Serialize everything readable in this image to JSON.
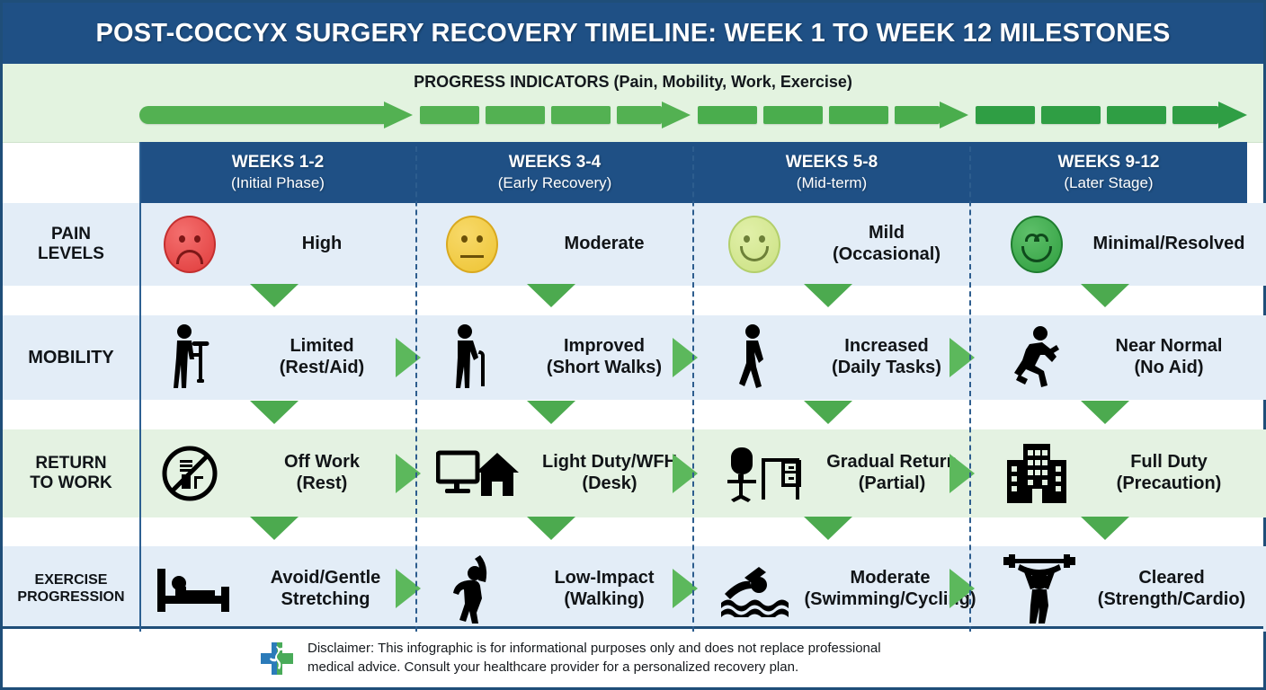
{
  "title": "POST-COCCYX SURGERY RECOVERY TIMELINE: WEEK 1 TO WEEK 12 MILESTONES",
  "progress": {
    "label": "PROGRESS INDICATORS (Pain, Mobility, Work, Exercise)"
  },
  "columns": [
    {
      "name": "WEEKS 1-2",
      "phase": "(Initial Phase)"
    },
    {
      "name": "WEEKS 3-4",
      "phase": "(Early Recovery)"
    },
    {
      "name": "WEEKS 5-8",
      "phase": "(Mid-term)"
    },
    {
      "name": "WEEKS 9-12",
      "phase": "(Later Stage)"
    }
  ],
  "rows": [
    {
      "label": "PAIN\nLEVELS",
      "label_line1": "PAIN",
      "label_line2": "LEVELS",
      "cells": [
        {
          "icon": "sad-face-icon",
          "line1": "High",
          "line2": ""
        },
        {
          "icon": "neutral-face-icon",
          "line1": "Moderate",
          "line2": ""
        },
        {
          "icon": "slight-smile-icon",
          "line1": "Mild",
          "line2": "(Occasional)"
        },
        {
          "icon": "happy-face-icon",
          "line1": "Minimal/Resolved",
          "line2": ""
        }
      ]
    },
    {
      "label_line1": "MOBILITY",
      "label_line2": "",
      "cells": [
        {
          "icon": "person-crutch-icon",
          "line1": "Limited",
          "line2": "(Rest/Aid)"
        },
        {
          "icon": "person-cane-icon",
          "line1": "Improved",
          "line2": "(Short Walks)"
        },
        {
          "icon": "person-walking-icon",
          "line1": "Increased",
          "line2": "(Daily Tasks)"
        },
        {
          "icon": "person-running-icon",
          "line1": "Near Normal",
          "line2": "(No Aid)"
        }
      ]
    },
    {
      "label_line1": "RETURN",
      "label_line2": "TO WORK",
      "cells": [
        {
          "icon": "no-work-icon",
          "line1": "Off Work",
          "line2": "(Rest)"
        },
        {
          "icon": "home-office-icon",
          "line1": "Light Duty/WFH",
          "line2": "(Desk)"
        },
        {
          "icon": "office-desk-icon",
          "line1": "Gradual Return",
          "line2": "(Partial)"
        },
        {
          "icon": "office-building-icon",
          "line1": "Full Duty",
          "line2": "(Precaution)"
        }
      ]
    },
    {
      "label_line1": "EXERCISE",
      "label_line2": "PROGRESSION",
      "cells": [
        {
          "icon": "bed-rest-icon",
          "line1": "Avoid/Gentle",
          "line2": "Stretching"
        },
        {
          "icon": "stretching-icon",
          "line1": "Low-Impact",
          "line2": "(Walking)"
        },
        {
          "icon": "swimming-icon",
          "line1": "Moderate",
          "line2": "(Swimming/Cycling)"
        },
        {
          "icon": "weightlifting-icon",
          "line1": "Cleared",
          "line2": "(Strength/Cardio)"
        }
      ]
    }
  ],
  "footer": {
    "logo": "medical-cross-caduceus-icon",
    "line1": "Disclaimer: This infographic is for informational purposes only and does not replace professional",
    "line2": "medical advice. Consult your healthcare provider for a personalized recovery plan."
  },
  "colors": {
    "header_blue": "#1f5085",
    "band_green": "#e3f3e0",
    "row_blue": "#e3edf7",
    "row_green": "#e4f2e2",
    "arrow_green": "#53b152",
    "arrow_green_dark": "#2f9e44",
    "pain_high": "#ea4b4b",
    "pain_moderate": "#efc63c",
    "pain_mild": "#cfe58a",
    "pain_minimal": "#35a744",
    "divider": "#2d5d8e"
  }
}
